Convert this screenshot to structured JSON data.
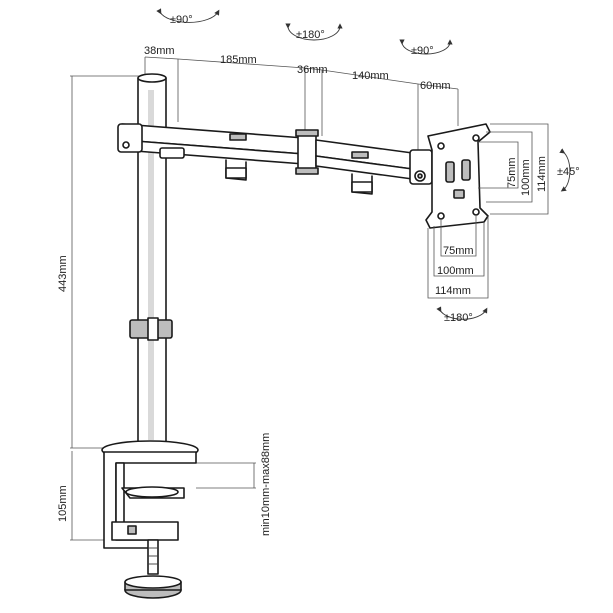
{
  "colors": {
    "line": "#1a1a1a",
    "dimension": "#555555",
    "text": "#222222",
    "background": "#ffffff"
  },
  "rotations": {
    "arm_swivel": "±90°",
    "elbow": "±180°",
    "tilt": "±90°",
    "vesa_rotate": "±45°",
    "vesa_spin": "±180°"
  },
  "arm_dimensions": {
    "pole_offset": "38mm",
    "arm1": "185mm",
    "joint": "36mm",
    "arm2": "140mm",
    "head": "60mm"
  },
  "height_dimensions": {
    "pole_height": "443mm",
    "clamp_height": "105mm",
    "desk_thickness": "min10mm-max88mm"
  },
  "vesa_dimensions": {
    "h75": "75mm",
    "h100": "100mm",
    "h114": "114mm",
    "v75": "75mm",
    "v100": "100mm",
    "v114": "114mm"
  }
}
